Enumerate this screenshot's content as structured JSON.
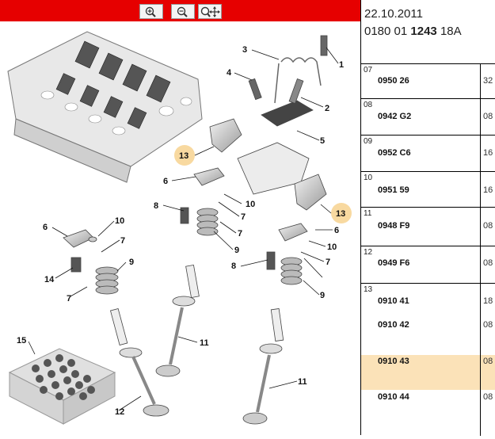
{
  "toolbar": {
    "zoom_in_icon": "zoom-in-icon",
    "zoom_out_icon": "zoom-out-icon",
    "pan_icon": "pan-icon",
    "background_color": "#e60000"
  },
  "header": {
    "date": "22.10.2011",
    "ref_prefix": "0180 01",
    "ref_bold": "1243",
    "ref_suffix": "18A"
  },
  "diagram": {
    "callouts": [
      "1",
      "2",
      "3",
      "4",
      "5",
      "6",
      "6",
      "6",
      "7",
      "7",
      "7",
      "7",
      "7",
      "8",
      "8",
      "9",
      "9",
      "9",
      "10",
      "10",
      "10",
      "11",
      "11",
      "12",
      "13",
      "13",
      "14",
      "15"
    ]
  },
  "parts": [
    {
      "pos": "07",
      "number": "0950 26",
      "qty": "32"
    },
    {
      "pos": "08",
      "number": "0942 G2",
      "qty": "08"
    },
    {
      "pos": "09",
      "number": "0952 C6",
      "qty": "16"
    },
    {
      "pos": "10",
      "number": "0951 59",
      "qty": "16"
    },
    {
      "pos": "11",
      "number": "0948 F9",
      "qty": "08"
    },
    {
      "pos": "12",
      "number": "0949 F6",
      "qty": "08"
    },
    {
      "pos": "13",
      "number": "0910 41",
      "qty": "18"
    },
    {
      "pos": "",
      "number": "0910 42",
      "qty": "08"
    },
    {
      "pos": "",
      "number": "0910 43",
      "qty": "08"
    },
    {
      "pos": "",
      "number": "0910 44",
      "qty": "08"
    }
  ],
  "highlight_color": "#fbe2b8"
}
